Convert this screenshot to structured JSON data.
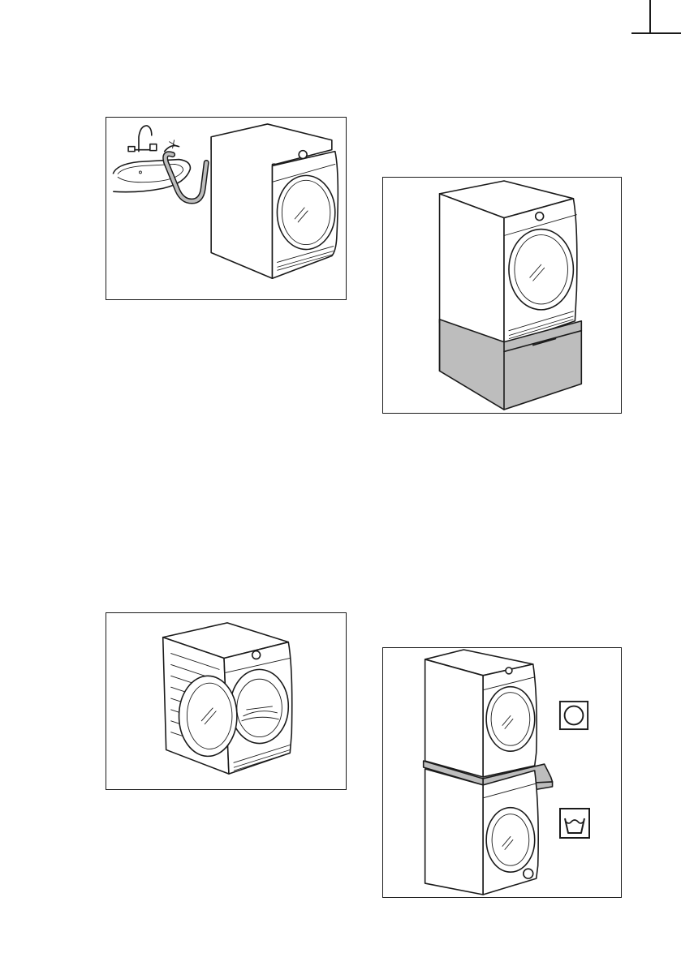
{
  "page": {
    "background": "#ffffff",
    "line_color": "#1a1a1a",
    "pedestal_color": "#bdbdbd"
  },
  "figures": [
    {
      "id": "tap-connection",
      "icon": "dryer-with-drain-hose-to-sink-illustration"
    },
    {
      "id": "pedestal",
      "icon": "dryer-on-pedestal-drawer-illustration"
    },
    {
      "id": "door-open",
      "icon": "dryer-with-open-door-illustration"
    },
    {
      "id": "stacking-kit",
      "icon": "dryer-stacked-on-washer-illustration"
    }
  ],
  "symbols": [
    {
      "id": "tumble-dry",
      "icon": "tumble-dryer-symbol-icon"
    },
    {
      "id": "washing",
      "icon": "washing-machine-symbol-icon"
    }
  ]
}
